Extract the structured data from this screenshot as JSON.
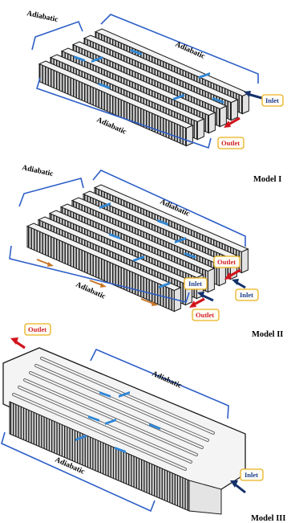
{
  "colors": {
    "bracket": "#2e5fc7",
    "flow_arrow": "#2e86d6",
    "bottom_arrow": "#c8782a",
    "badge_border": "#e9b21f",
    "badge_fill": "#fffdf4",
    "inlet_text": "#1f3f94",
    "outlet_text": "#d21f2a",
    "inlet_arrow": "#15306b",
    "outlet_arrow": "#d2141c",
    "fin_stroke": "#1a1a1a",
    "fin_fill": "#d2d2d2"
  },
  "labels": {
    "adiabatic": "Adiabatic",
    "inlet": "Inlet",
    "outlet": "Outlet"
  },
  "models": [
    {
      "label": "Model I",
      "adiabatic_labels": [
        "Adiabatic",
        "Adiabatic",
        "Adiabatic"
      ],
      "inlets": [
        "Inlet"
      ],
      "outlets": [
        "Outlet"
      ]
    },
    {
      "label": "Model II",
      "adiabatic_labels": [
        "Adiabatic",
        "Adiabatic",
        "Adiabatic"
      ],
      "inlets": [
        "Inlet",
        "Inlet"
      ],
      "outlets": [
        "Outlet",
        "Outlet"
      ]
    },
    {
      "label": "Model III",
      "adiabatic_labels": [
        "Adiabatic",
        "Adiabatic"
      ],
      "inlets": [
        "Inlet"
      ],
      "outlets": [
        "Outlet"
      ]
    }
  ]
}
